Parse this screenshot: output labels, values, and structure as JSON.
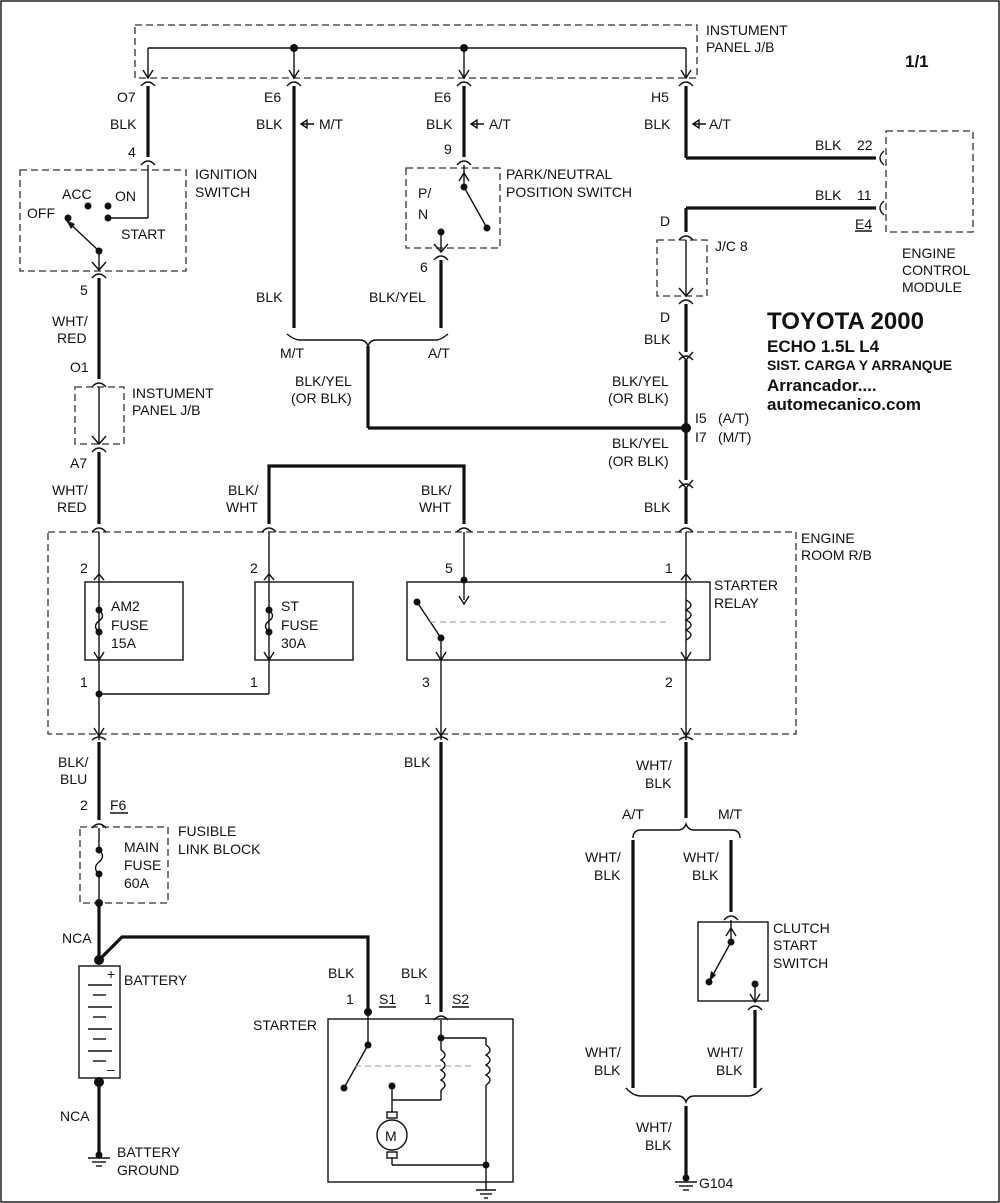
{
  "page_number": "1/1",
  "title": {
    "line1": "TOYOTA 2000",
    "line2": "ECHO  1.5L  L4",
    "line3": "SIST. CARGA Y ARRANQUE",
    "line4": "Arrancador....",
    "line5": "automecanico.com"
  },
  "components": {
    "instrument_panel_top": [
      "INSTUMENT",
      "PANEL J/B"
    ],
    "ignition_switch": [
      "IGNITION",
      "SWITCH"
    ],
    "ignition_positions": {
      "acc": "ACC",
      "on": "ON",
      "off": "OFF",
      "start": "START"
    },
    "park_neutral": [
      "PARK/NEUTRAL",
      "POSITION SWITCH"
    ],
    "pn": [
      "P/",
      "N"
    ],
    "jc8": "J/C 8",
    "ecm": [
      "ENGINE",
      "CONTROL",
      "MODULE"
    ],
    "instrument_panel_mid": [
      "INSTUMENT",
      "PANEL J/B"
    ],
    "engine_room": [
      "ENGINE",
      "ROOM R/B"
    ],
    "am2_fuse": [
      "AM2",
      "FUSE",
      "15A"
    ],
    "st_fuse": [
      "ST",
      "FUSE",
      "30A"
    ],
    "starter_relay": [
      "STARTER",
      "RELAY"
    ],
    "fusible_link": [
      "FUSIBLE",
      "LINK BLOCK"
    ],
    "main_fuse": [
      "MAIN",
      "FUSE",
      "60A"
    ],
    "battery": "BATTERY",
    "battery_plus": "+",
    "battery_minus": "–",
    "battery_ground": [
      "BATTERY",
      "GROUND"
    ],
    "starter": "STARTER",
    "motor": "M",
    "clutch_switch": [
      "CLUTCH",
      "START",
      "SWITCH"
    ],
    "ground": "G104"
  },
  "connectors": {
    "o7": "O7",
    "e6_a": "E6",
    "e6_b": "E6",
    "h5": "H5",
    "pin_4": "4",
    "pin_5": "5",
    "pin_9": "9",
    "pin_6": "6",
    "pin_22": "22",
    "pin_11": "11",
    "e4": "E4",
    "d_top": "D",
    "d_bottom": "D",
    "o1": "O1",
    "a7": "A7",
    "i5": "I5",
    "i5_note": "(A/T)",
    "i7": "I7",
    "i7_note": "(M/T)",
    "r_am2_top": "2",
    "r_am2_bot": "1",
    "r_st_top": "2",
    "r_st_bot": "1",
    "r_relay_5": "5",
    "r_relay_1": "1",
    "r_relay_3": "3",
    "r_relay_2": "2",
    "f6_pin": "2",
    "f6": "F6",
    "s1_pin": "1",
    "s1": "S1",
    "s2_pin": "1",
    "s2": "S2"
  },
  "wires": {
    "blk_o7": "BLK",
    "blk_e6a": "BLK",
    "mt_arrow": "M/T",
    "blk_e6b": "BLK",
    "at_arrow": "A/T",
    "blk_h5": "BLK",
    "at_arrow2": "A/T",
    "blk_22": "BLK",
    "blk_11": "BLK",
    "blk_mt_vert": "BLK",
    "blkyel_pn": "BLK/YEL",
    "split_mt": "M/T",
    "split_at": "A/T",
    "blkyel_left": [
      "BLK/YEL",
      "(OR BLK)"
    ],
    "blk_jc8": "BLK",
    "blkyel_right1": [
      "BLK/YEL",
      "(OR BLK)"
    ],
    "blkyel_right2": [
      "BLK/YEL",
      "(OR BLK)"
    ],
    "blk_relay1": "BLK",
    "whtred_1": [
      "WHT/",
      "RED"
    ],
    "whtred_2": [
      "WHT/",
      "RED"
    ],
    "blkwht_1": [
      "BLK/",
      "WHT"
    ],
    "blkwht_2": [
      "BLK/",
      "WHT"
    ],
    "blkblu": [
      "BLK/",
      "BLU"
    ],
    "blk_s2": "BLK",
    "whtblk_relay2": [
      "WHT/",
      "BLK"
    ],
    "split_at2": "A/T",
    "split_mt2": "M/T",
    "whtblk_at": [
      "WHT/",
      "BLK"
    ],
    "whtblk_mt": [
      "WHT/",
      "BLK"
    ],
    "whtblk_at_low": [
      "WHT/",
      "BLK"
    ],
    "whtblk_mt_low": [
      "WHT/",
      "BLK"
    ],
    "whtblk_ground": [
      "WHT/",
      "BLK"
    ],
    "nca_top": "NCA",
    "nca_bot": "NCA",
    "blk_s1": "BLK"
  }
}
